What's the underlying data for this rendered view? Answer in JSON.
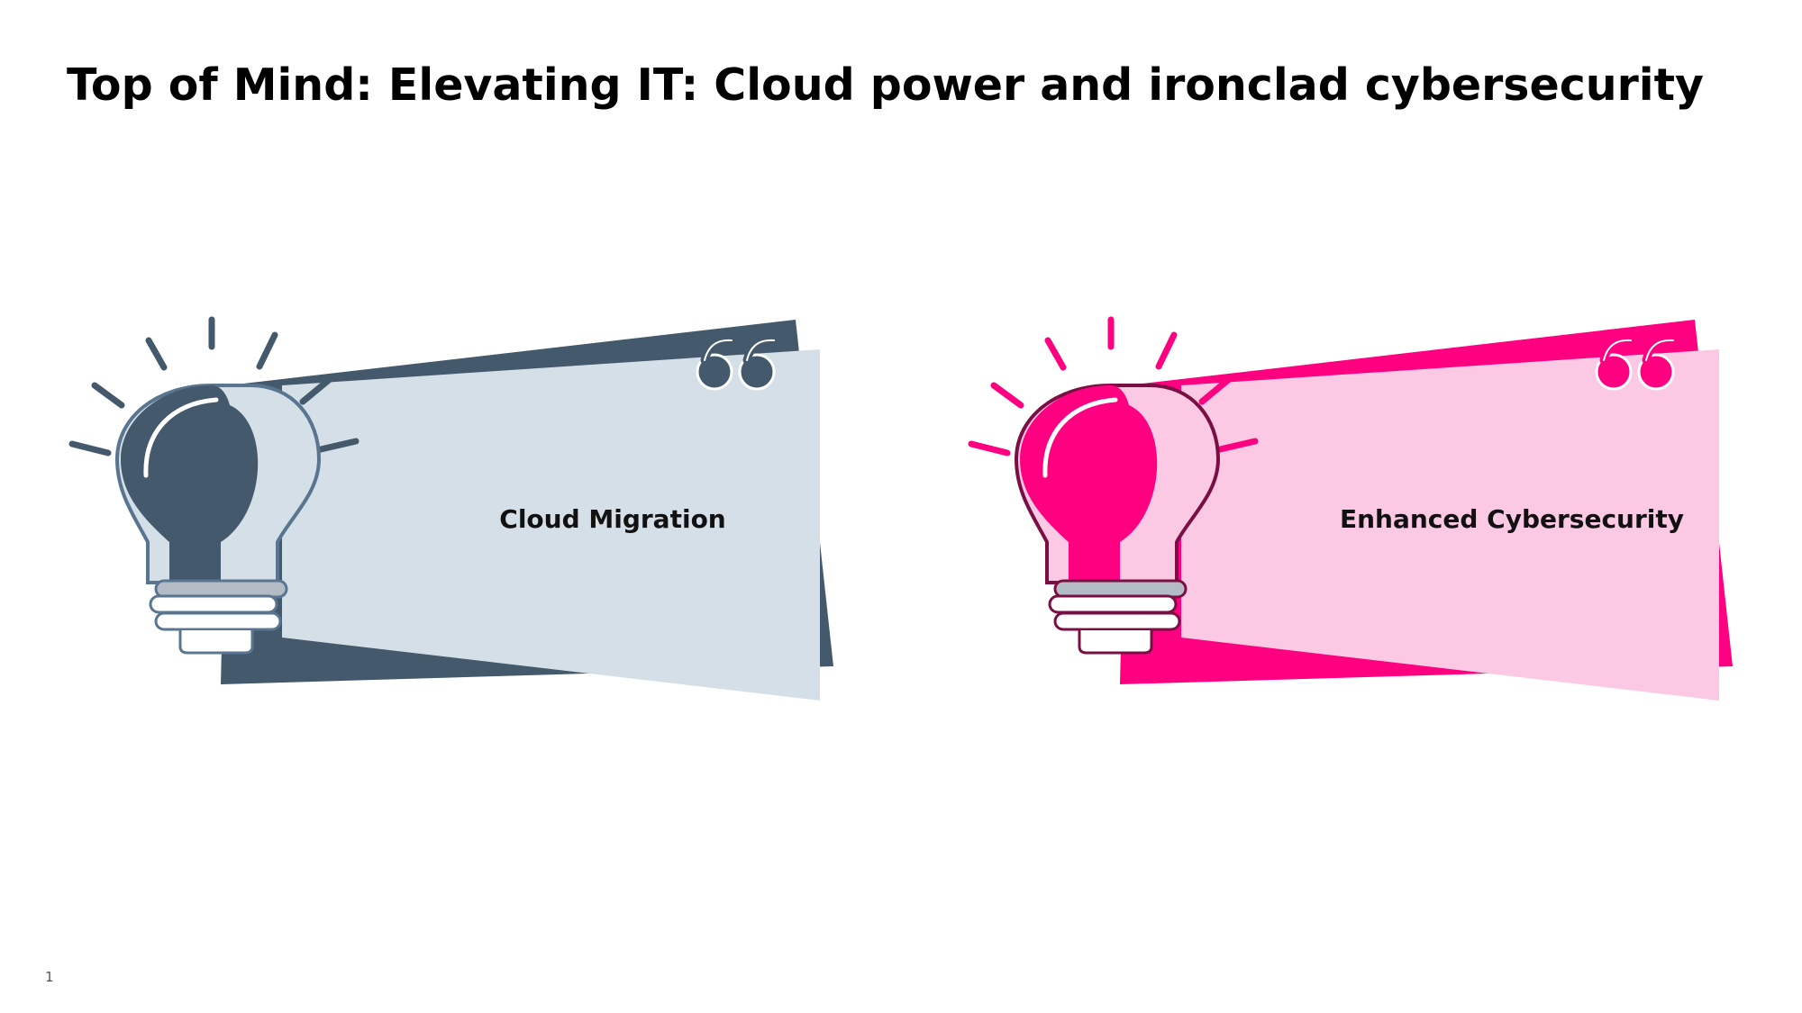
{
  "title": "Top of Mind: Elevating IT: Cloud power and ironclad cybersecurity",
  "cards": [
    {
      "label": "Cloud Migration",
      "icons": [
        "lightbulb-icon",
        "quote-icon"
      ],
      "colors": {
        "dark": "#44596b",
        "light": "#d5dfe7",
        "outline": "#5a7590"
      }
    },
    {
      "label": "Enhanced Cybersecurity",
      "icons": [
        "lightbulb-icon",
        "quote-icon"
      ],
      "colors": {
        "dark": "#ff0080",
        "light": "#fcc9e5",
        "outline": "#7a0f44"
      }
    }
  ],
  "page_number": "1"
}
